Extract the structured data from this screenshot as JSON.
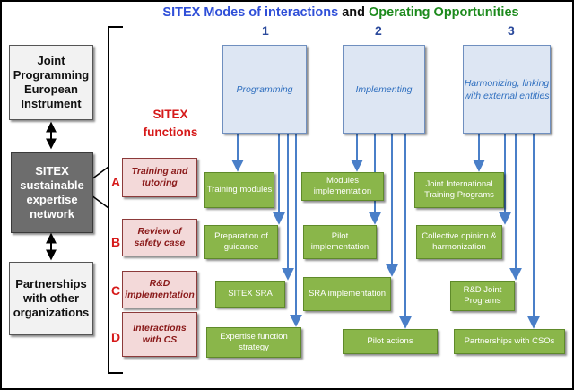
{
  "title": {
    "part1": "SITEX Modes of interactions",
    "part2": "and",
    "part3": "Operating Opportunities"
  },
  "columns": [
    {
      "number": "1",
      "label": "Programming"
    },
    {
      "number": "2",
      "label": "Implementing"
    },
    {
      "number": "3",
      "label": "Harmonizing, linking with external entities"
    }
  ],
  "left": {
    "top": "Joint Programming European Instrument",
    "center": "SITEX sustainable expertise network",
    "bottom": "Partnerships with other organizations"
  },
  "functions_title": "SITEX functions",
  "functions": [
    {
      "letter": "A",
      "label": "Training and tutoring"
    },
    {
      "letter": "B",
      "label": "Review of safety case"
    },
    {
      "letter": "C",
      "label": "R&D implementation"
    },
    {
      "letter": "D",
      "label": "Interactions with CS"
    }
  ],
  "cells": {
    "a1": "Training modules",
    "a2": "Modules implementation",
    "a3": "Joint International Training Programs",
    "b1": "Preparation of guidance",
    "b2": "Pilot implementation",
    "b3": "Collective opinion & harmonization",
    "c1": "SITEX SRA",
    "c2": "SRA implementation",
    "c3": "R&D Joint Programs",
    "d1": "Expertise function strategy",
    "d2": "Pilot actions",
    "d3": "Partnerships with CSOs"
  },
  "colors": {
    "blue_title": "#2f4fd8",
    "green_title": "#1c8a1c",
    "red": "#d61a1a",
    "green_box": "#8ab64a",
    "arrow": "#4a7fc8"
  }
}
